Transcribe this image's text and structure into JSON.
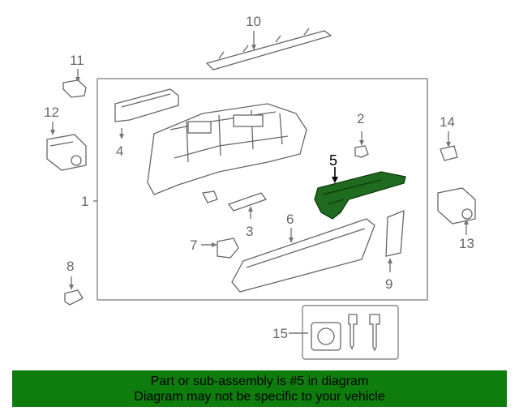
{
  "callouts": {
    "c1": "1",
    "c2": "2",
    "c3": "3",
    "c4": "4",
    "c5": "5",
    "c6": "6",
    "c7": "7",
    "c8": "8",
    "c9": "9",
    "c10": "10",
    "c11": "11",
    "c12": "12",
    "c13": "13",
    "c14": "14",
    "c15": "15"
  },
  "highlighted_part": "5",
  "footer": {
    "line1": "Part or sub-assembly is #5 in diagram",
    "line2": "Diagram may not be specific to your vehicle"
  },
  "colors": {
    "highlight": "#1f6b1f",
    "banner": "#0e7d0e",
    "line": "#777777"
  }
}
